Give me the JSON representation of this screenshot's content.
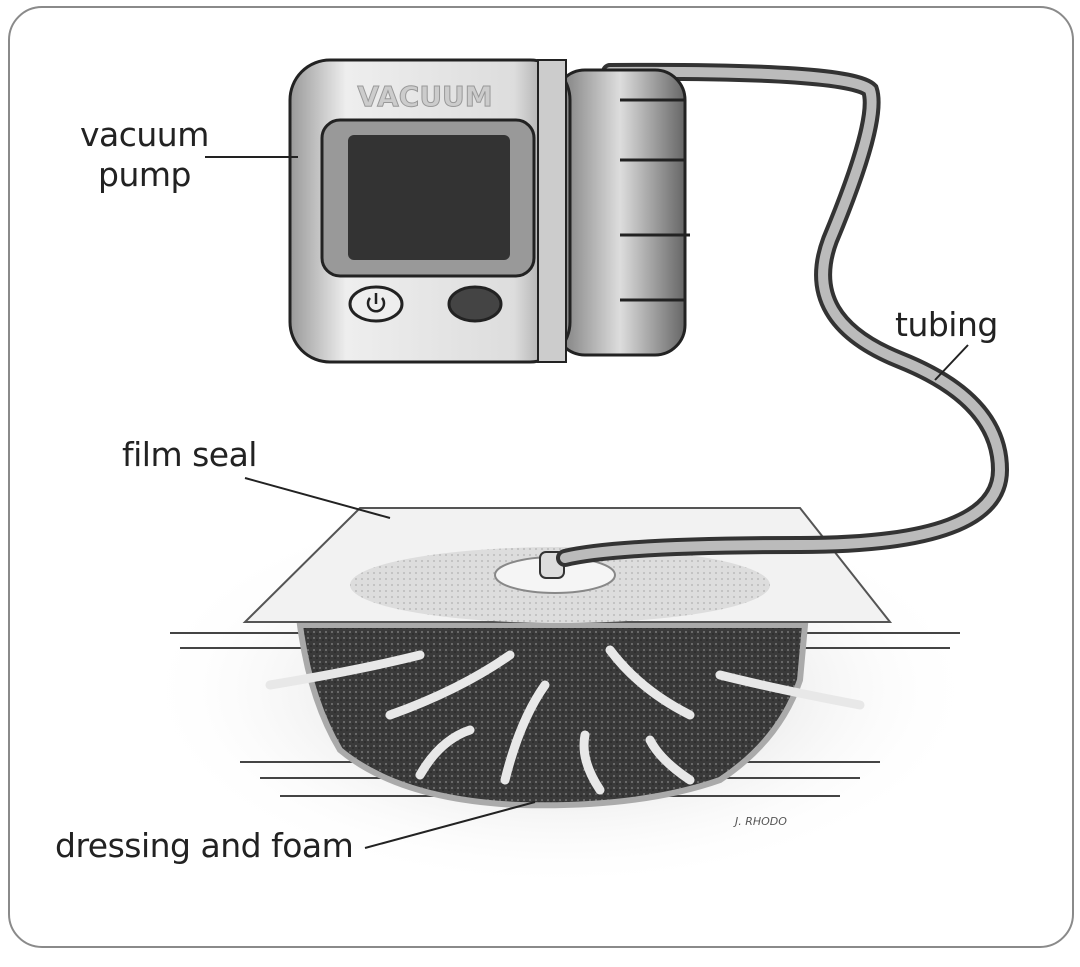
{
  "labels": {
    "vacuum_pump": [
      "vacuum",
      "pump"
    ],
    "tubing": "tubing",
    "film_seal": "film seal",
    "dressing": "dressing and foam"
  },
  "device_brand": "VACUUM",
  "signature": "J. RHODO"
}
